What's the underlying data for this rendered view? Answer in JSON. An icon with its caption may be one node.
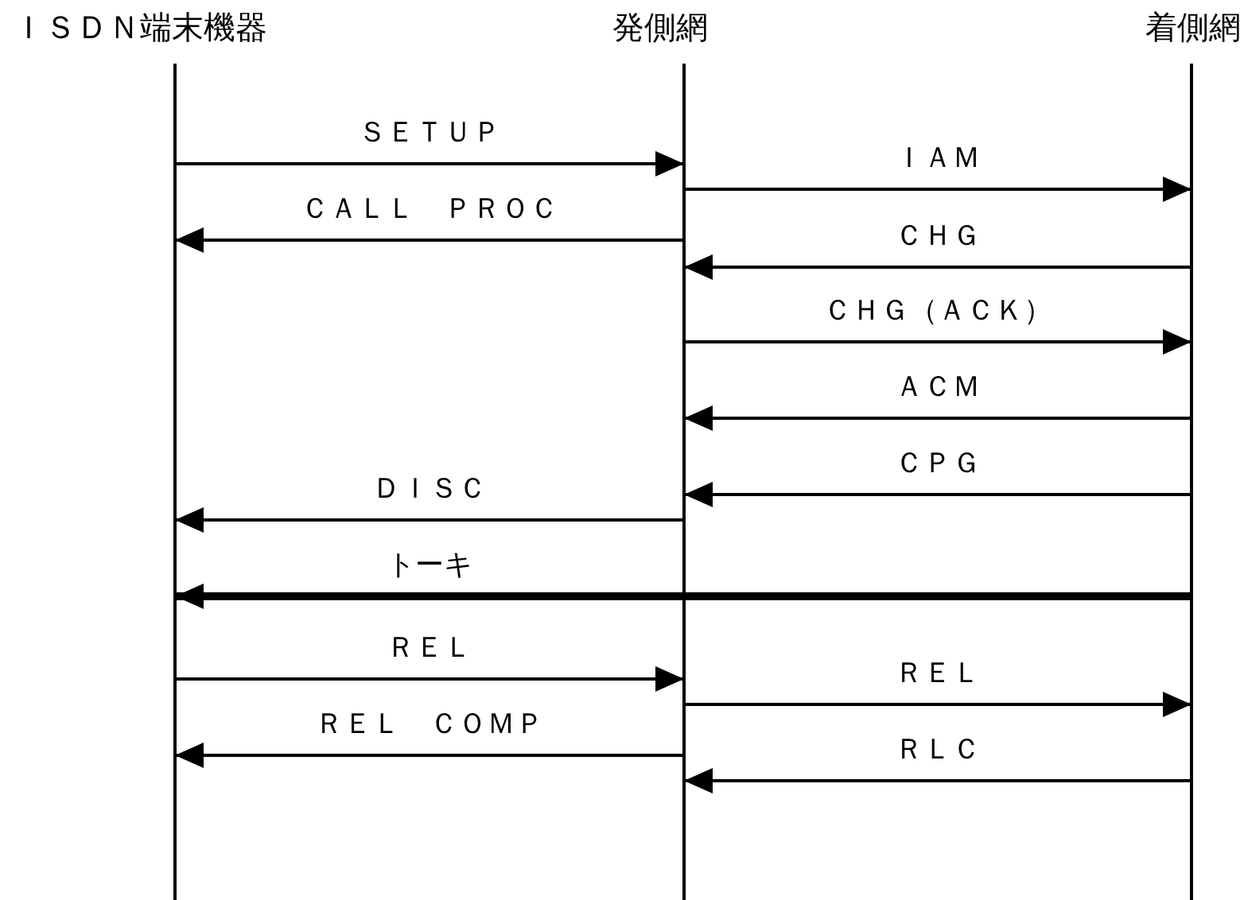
{
  "diagram": {
    "nodes": [
      {
        "text": [
          "ＩＳＤＮ端末機器"
        ]
      },
      {
        "text": [
          "発側網"
        ]
      },
      {
        "text": [
          "着側網"
        ]
      }
    ],
    "edges": [
      {
        "from": 0,
        "to": 1,
        "arrow": "to",
        "label": "ＳＥＴＵＰ"
      },
      {
        "from": 1,
        "to": 2,
        "arrow": "to",
        "label": "ＩＡＭ"
      },
      {
        "from": 1,
        "to": 0,
        "arrow": "to",
        "label": "ＣＡＬＬ　ＰＲＯＣ"
      },
      {
        "from": 2,
        "to": 1,
        "arrow": "to",
        "label": "ＣＨＧ"
      },
      {
        "from": 1,
        "to": 2,
        "arrow": "to",
        "label": "ＣＨＧ（ＡＣＫ）"
      },
      {
        "from": 2,
        "to": 1,
        "arrow": "to",
        "label": "ＡＣＭ"
      },
      {
        "from": 2,
        "to": 1,
        "arrow": "to",
        "label": "ＣＰＧ"
      },
      {
        "from": 1,
        "to": 0,
        "arrow": "to",
        "label": "ＤＩＳＣ"
      },
      {
        "from": 2,
        "to": 0,
        "arrow": "to",
        "label": "トーキ",
        "style": "thick"
      },
      {
        "from": 0,
        "to": 1,
        "arrow": "to",
        "label": "ＲＥＬ"
      },
      {
        "from": 1,
        "to": 2,
        "arrow": "to",
        "label": "ＲＥＬ"
      },
      {
        "from": 1,
        "to": 0,
        "arrow": "to",
        "label": "ＲＥＬ　ＣＯＭＰ"
      },
      {
        "from": 2,
        "to": 1,
        "arrow": "to",
        "label": "ＲＬＣ"
      }
    ]
  }
}
